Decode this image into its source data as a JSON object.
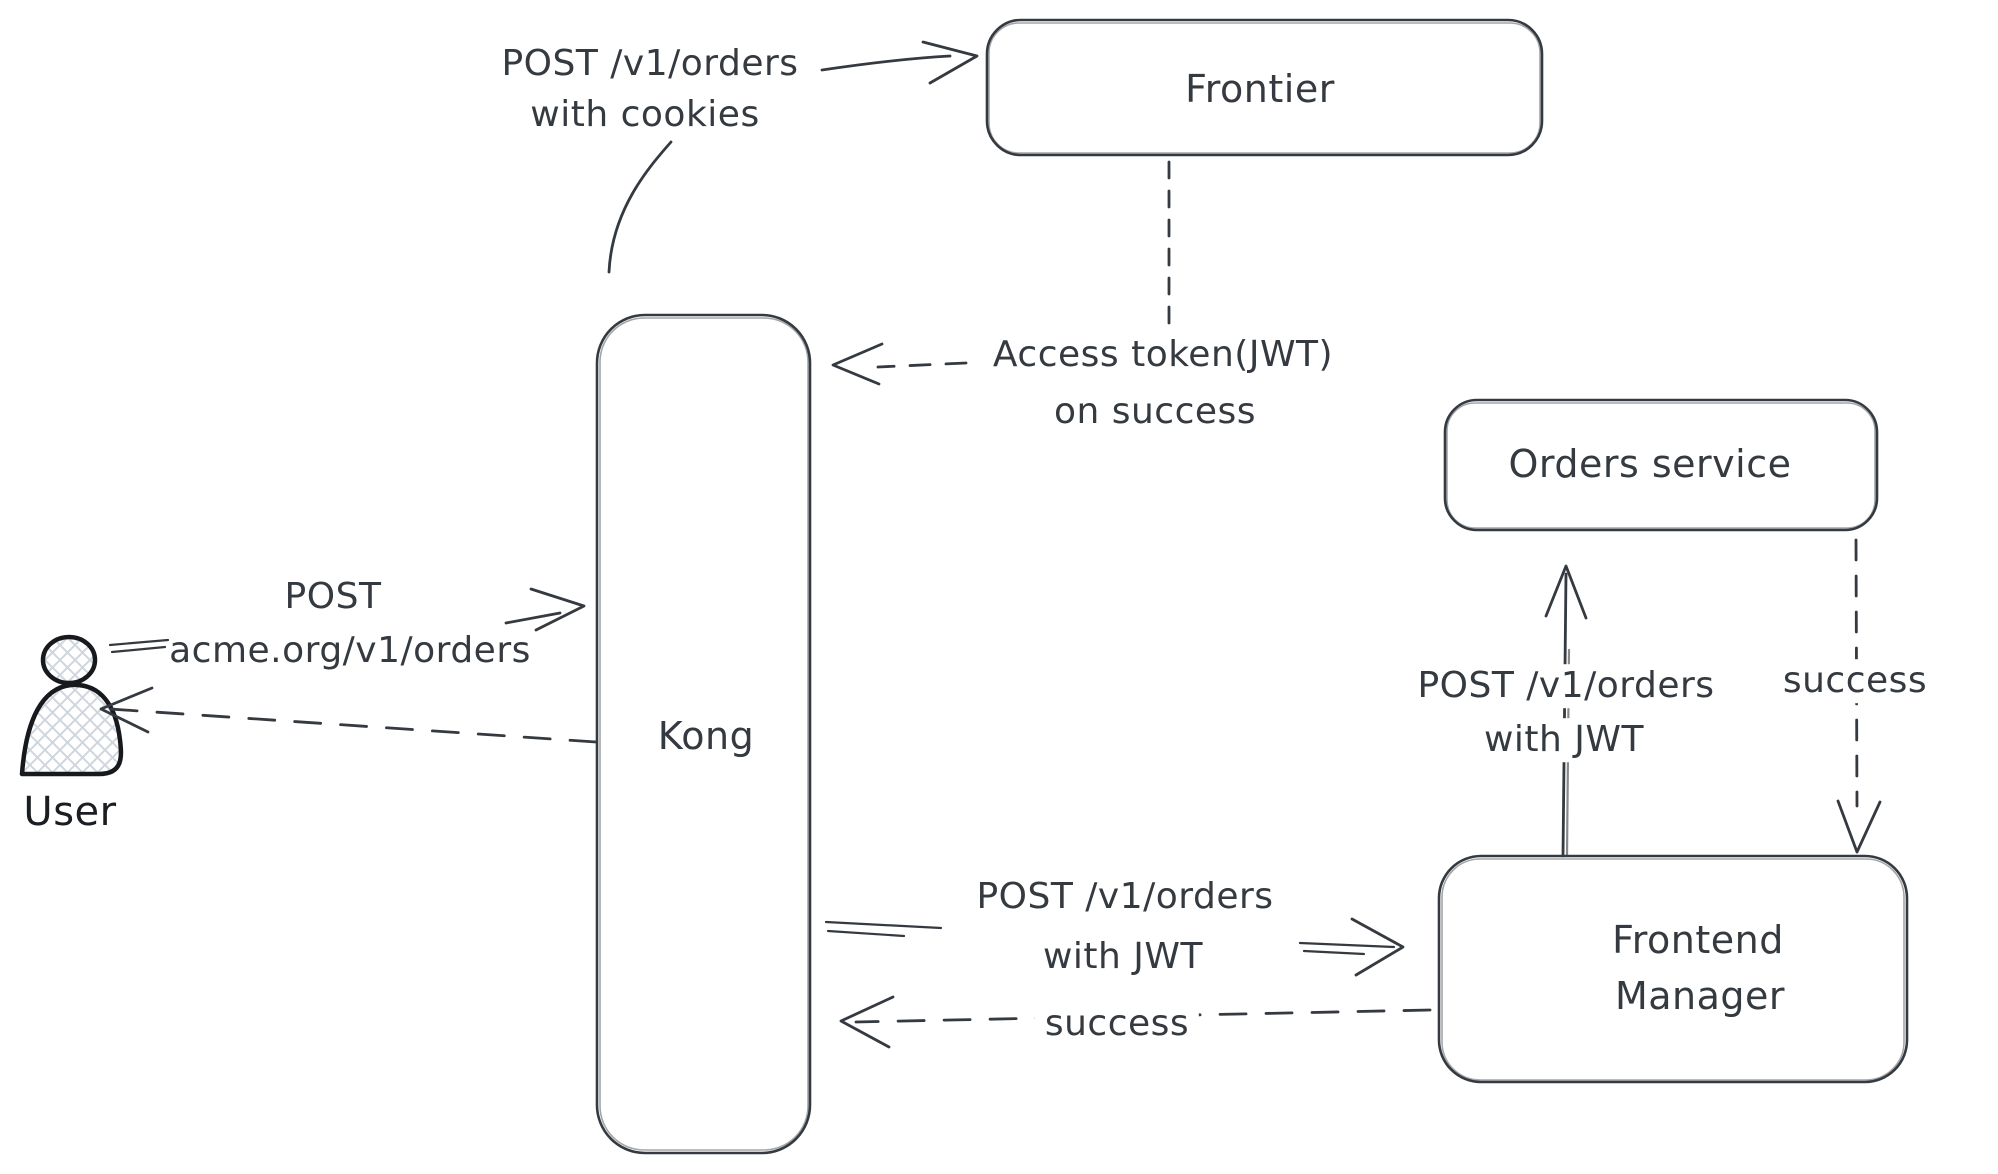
{
  "diagram": {
    "nodes": {
      "frontier": {
        "label": "Frontier"
      },
      "kong": {
        "label": "Kong"
      },
      "orders_service": {
        "label": "Orders service"
      },
      "frontend_manager": {
        "line1": "Frontend",
        "line2": "Manager"
      },
      "user": {
        "label": "User"
      }
    },
    "edges": {
      "user_to_kong": {
        "line1": "POST",
        "line2": "acme.org/v1/orders",
        "style": "solid"
      },
      "kong_to_user": {
        "style": "dashed"
      },
      "kong_to_frontier": {
        "line1": "POST /v1/orders",
        "line2": "with cookies",
        "style": "solid"
      },
      "frontier_to_kong": {
        "line1": "Access token(JWT)",
        "line2": "on success",
        "style": "dashed"
      },
      "kong_to_frontend_manager": {
        "line1": "POST /v1/orders",
        "line2": "with JWT",
        "style": "solid"
      },
      "frontend_manager_to_kong": {
        "line1": "success",
        "style": "dashed"
      },
      "frontend_manager_to_orders_service": {
        "line1": "POST /v1/orders",
        "line2": "with JWT",
        "style": "solid"
      },
      "orders_service_to_frontend_manager": {
        "line1": "success",
        "style": "dashed"
      }
    },
    "colors": {
      "ink": "#343a40",
      "figure_stroke": "#17191d",
      "hatch": "#cfd6dd",
      "background": "#ffffff"
    }
  }
}
